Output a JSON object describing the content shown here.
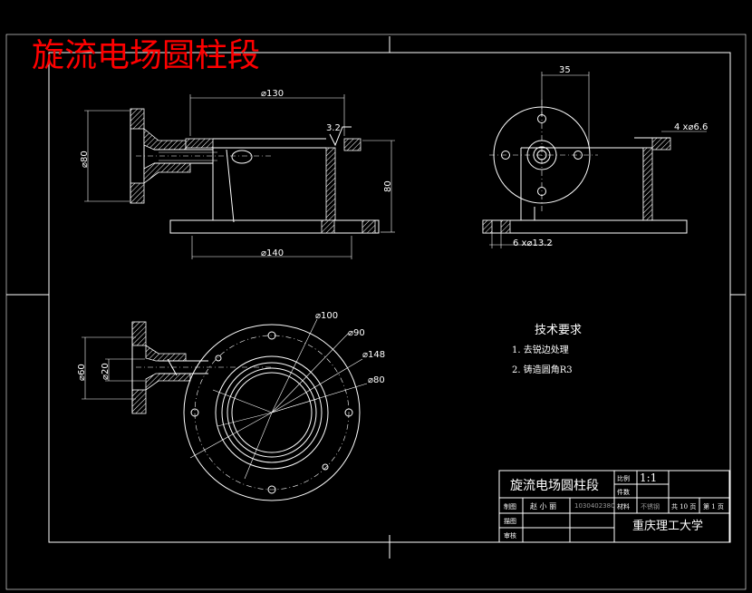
{
  "title": "旋流电场圆柱段",
  "dimensions": {
    "d130": "⌀130",
    "d140": "⌀140",
    "d80_left": "⌀80",
    "h80": "80",
    "r32": "3.2",
    "w35": "35",
    "holes_top": "4 x⌀6.6",
    "holes_bottom": "6 x⌀13.2",
    "d100": "⌀100",
    "d90": "⌀90",
    "d148": "⌀148",
    "d80_plan": "⌀80",
    "d60": "⌀60",
    "d20": "⌀20"
  },
  "notes": {
    "heading": "技术要求",
    "items": [
      "1. 去锐边处理",
      "2. 铸造圆角R3"
    ]
  },
  "title_block": {
    "part_name": "旋流电场圆柱段",
    "scale_label": "比例",
    "scale_value": "1:1",
    "qty_label": "件数",
    "designer_label": "制图",
    "designer_name": "赵 小 丽",
    "student_id": "1030402380",
    "material_label": "材料",
    "material_value": "不锈钢",
    "sheets": "共 10 页",
    "sheet": "第 1 页",
    "row2_label": "描图",
    "row3_label": "审核",
    "university": "重庆理工大学"
  }
}
